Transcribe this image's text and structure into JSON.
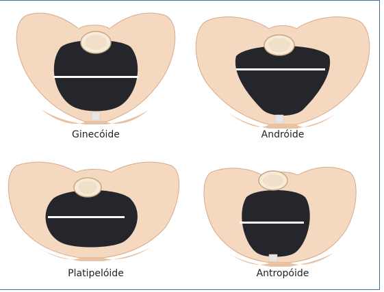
{
  "labels": {
    "gynecoid": "Ginecóide",
    "android": "Andróide",
    "platypelloid": "Platipelóide",
    "anthropoid": "Antropóide"
  },
  "colors": {
    "bone": "#f4d9c0",
    "bone_shadow": "#e9c2a3",
    "bone_outline": "#d9a887",
    "inlet": "#25262b",
    "diameter_line": "#ffffff",
    "frame": "#3a6fa5"
  }
}
